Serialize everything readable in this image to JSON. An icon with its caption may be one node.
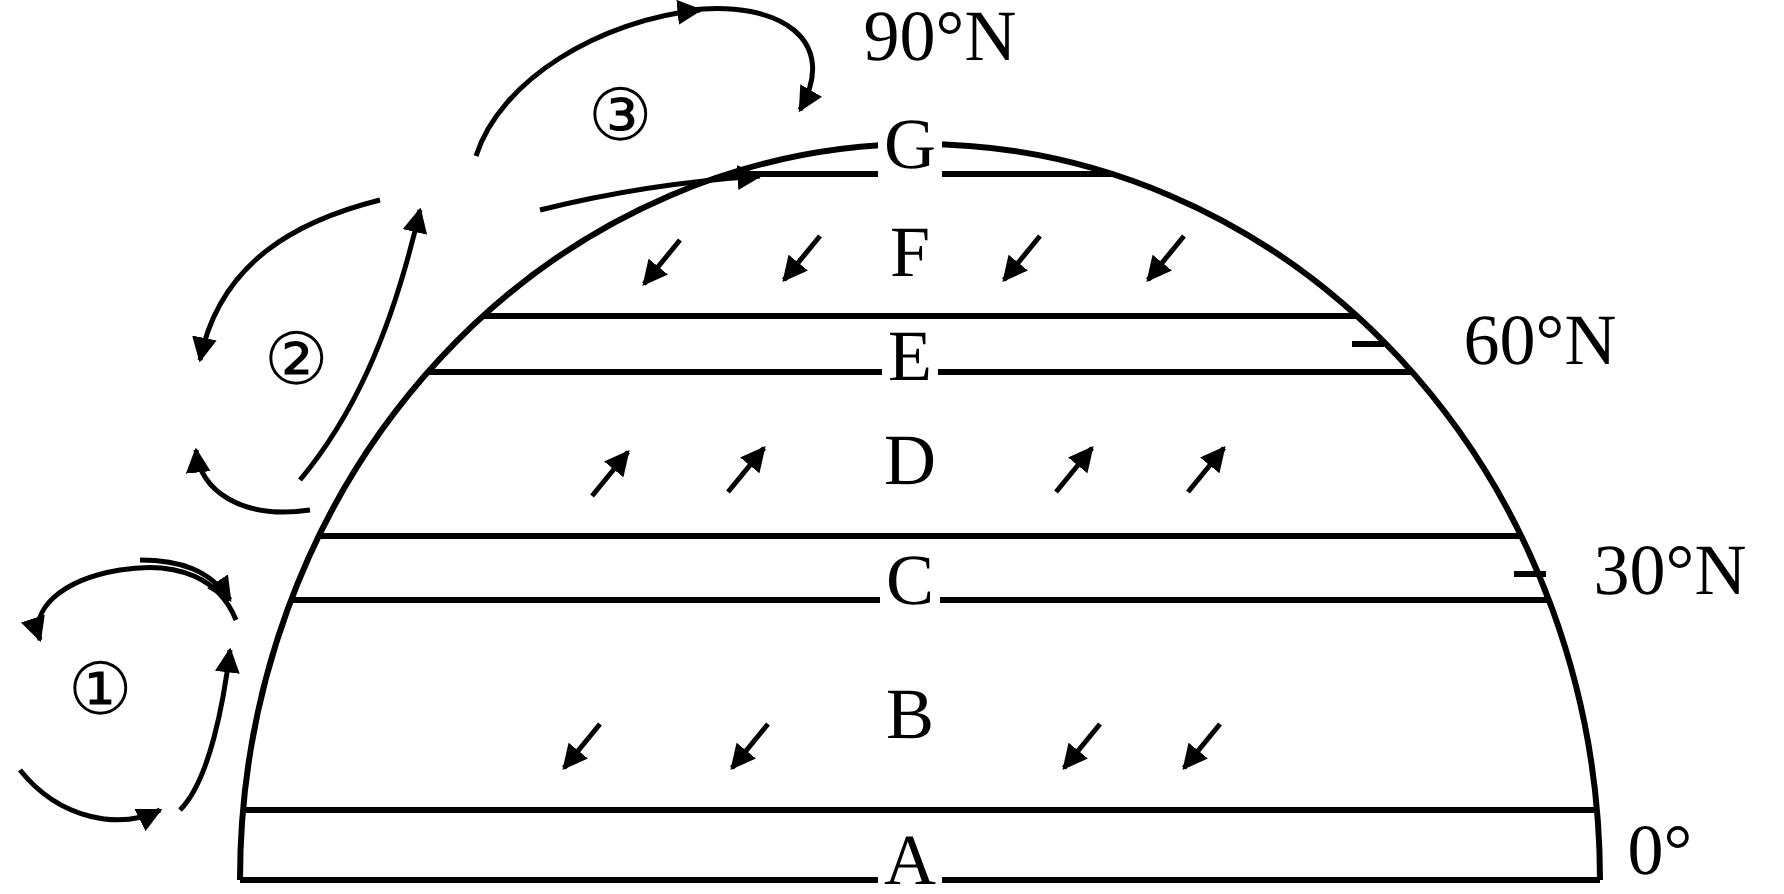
{
  "diagram": {
    "labels": [
      "90°N",
      "③",
      "G",
      "F",
      "②",
      "E",
      "60°N",
      "D",
      "C",
      "30°N",
      "①",
      "B",
      "A",
      "0°"
    ]
  }
}
